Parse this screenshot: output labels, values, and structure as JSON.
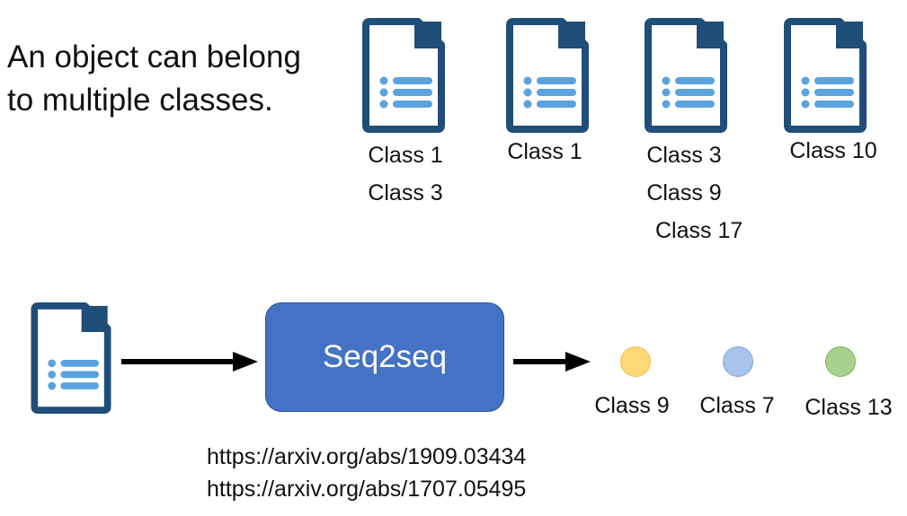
{
  "title_lines": [
    "An object can belong",
    "to multiple classes."
  ],
  "examples": [
    {
      "labels": [
        "Class 1",
        "Class 3"
      ]
    },
    {
      "labels": [
        "Class 1"
      ]
    },
    {
      "labels": [
        "Class 3",
        "Class 9",
        "Class 17"
      ]
    },
    {
      "labels": [
        "Class 10"
      ]
    }
  ],
  "model_label": "Seq2seq",
  "outputs": [
    {
      "label": "Class 9",
      "color": "#FFD978"
    },
    {
      "label": "Class 7",
      "color": "#A9C4EB"
    },
    {
      "label": "Class 13",
      "color": "#A9D18E"
    }
  ],
  "references": [
    "https://arxiv.org/abs/1909.03434",
    "https://arxiv.org/abs/1707.05495"
  ],
  "icon": "document-list-icon",
  "colors": {
    "doc_dark": "#1F4E79",
    "doc_lines": "#5BA3DE",
    "box": "#4472C4"
  }
}
